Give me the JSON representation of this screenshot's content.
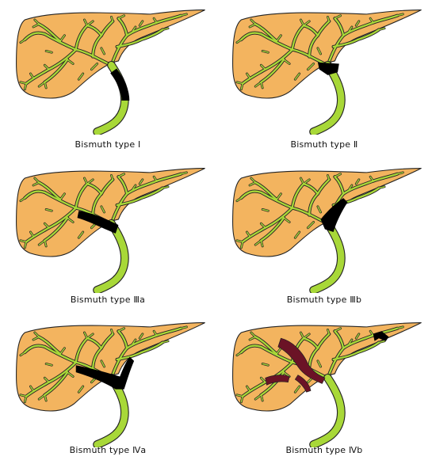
{
  "figures": [
    {
      "caption": "Bismuth type Ⅰ",
      "variant": "I"
    },
    {
      "caption": "Bismuth type Ⅱ",
      "variant": "II"
    },
    {
      "caption": "Bismuth type Ⅲa",
      "variant": "IIIa"
    },
    {
      "caption": "Bismuth type Ⅲb",
      "variant": "IIIb"
    },
    {
      "caption": "Bismuth type Ⅳa",
      "variant": "IVa"
    },
    {
      "caption": "Bismuth type Ⅳb",
      "variant": "IVb"
    }
  ],
  "colors": {
    "liver": "#f3b45f",
    "duct": "#a8d838",
    "outline": "#222222",
    "stricture": "#000000",
    "tumor": "#6b1326"
  }
}
